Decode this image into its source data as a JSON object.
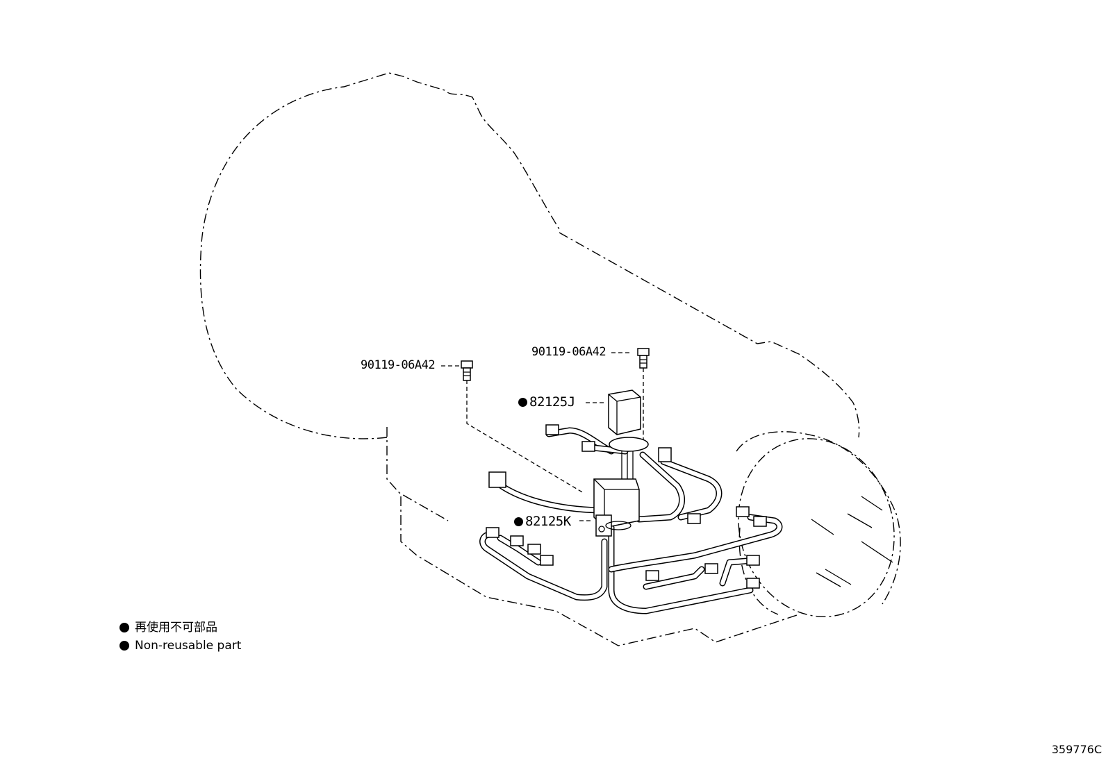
{
  "parts": {
    "bolt_left": "90119-06A42",
    "bolt_right": "90119-06A42",
    "sensor_j": "82125J",
    "sensor_k": "82125K"
  },
  "legend": {
    "japanese": "再使用不可部品",
    "english": "Non-reusable part"
  },
  "diagram_id": "359776C"
}
